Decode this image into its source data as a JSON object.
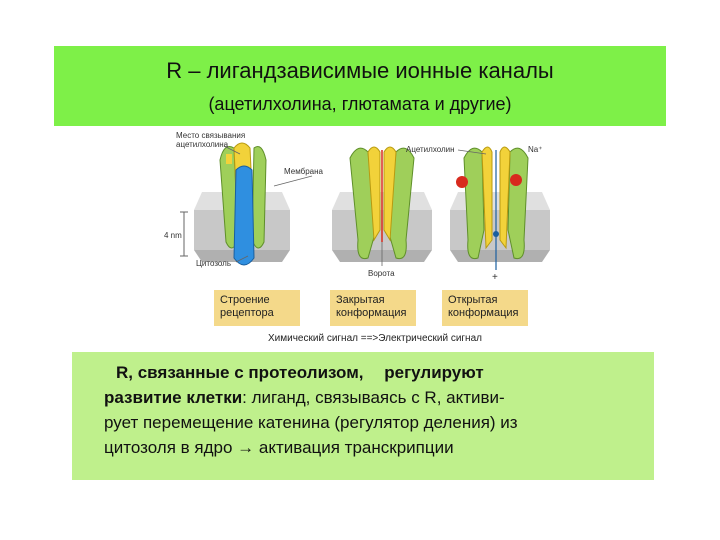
{
  "title": {
    "line1": "R – лигандзависимые ионные каналы",
    "line2": "(ацетилхолина, глютамата и другие)"
  },
  "diagram": {
    "label_binding_site_1": "Место связывания",
    "label_binding_site_2": "ацетилхолина",
    "label_membrane": "Мембрана",
    "label_scale": "4 nm",
    "label_cytosol": "Цитозоль",
    "label_gate": "Ворота",
    "label_acetylcholine": "Ацетилхолин",
    "label_na": "Na⁺",
    "plus_sign": "+",
    "box_structure": "Строение рецептора",
    "box_closed": "Закрытая конформация",
    "box_open": "Открытая конформация",
    "signal": "Химический сигнал ==>Электрический сигнал"
  },
  "bottom": {
    "bold1": "R, связанные с протеолизом,",
    "bold2": "регулируют",
    "bold3": "развитие клетки",
    "rest1": ": лиганд, связываясь  с  R, активи-",
    "line3": "рует перемещение катенина (регулятор деления) из",
    "line4": "цитозоля в ядро → активация транскрипции"
  },
  "colors": {
    "title_bg": "#7ef048",
    "bottom_bg": "#bff08c",
    "label_box_bg": "#f4d98a",
    "subunit_green": "#9fcf5a",
    "subunit_yellow": "#f2d23a",
    "channel_blue": "#2f8fe0",
    "acetylcholine_red": "#d82a1e",
    "membrane_gray": "#c8c8c8"
  }
}
